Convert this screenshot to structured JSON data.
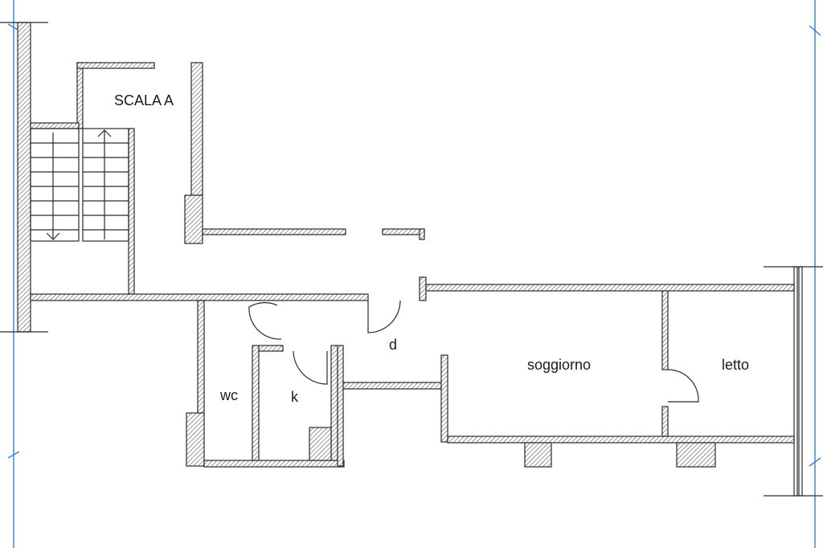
{
  "plan": {
    "labels": {
      "stair": "SCALA A",
      "hall": "d",
      "wc": "wc",
      "kitchen": "k",
      "living": "soggiorno",
      "bedroom": "letto"
    },
    "colors": {
      "wall_stroke": "#2a2a2a",
      "guide_lines": "#2f7fe0",
      "background": "#ffffff"
    }
  }
}
